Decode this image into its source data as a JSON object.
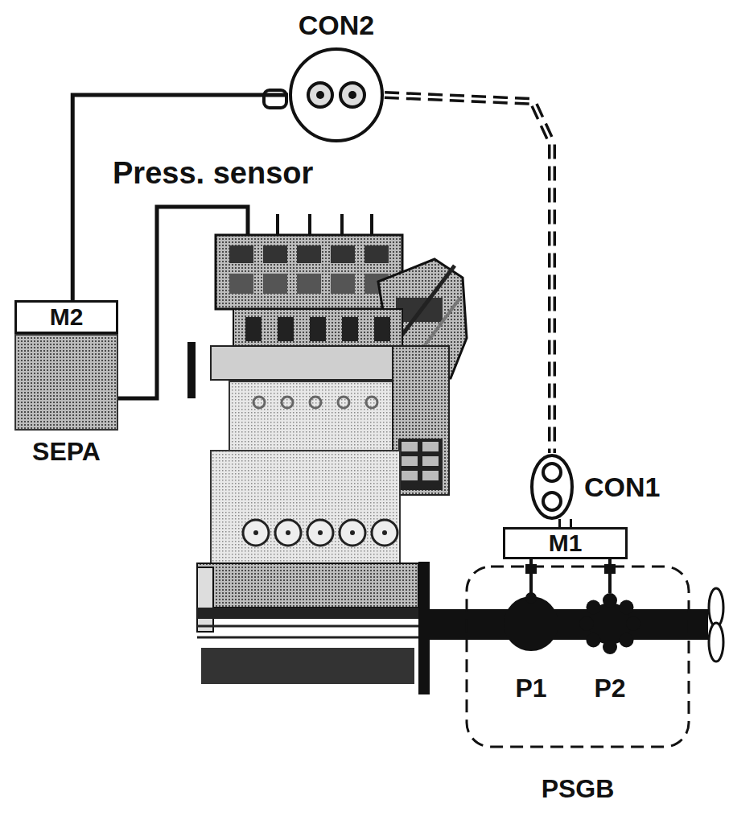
{
  "diagram": {
    "nodes": [
      {
        "text": [
          "CON2"
        ]
      },
      {
        "text": [
          "M2"
        ]
      },
      {
        "text": [
          "SEPA"
        ]
      },
      {
        "text": [
          "CON1"
        ]
      },
      {
        "text": [
          "M1"
        ]
      },
      {
        "text": [
          "PSGB"
        ]
      },
      {
        "text": [
          "P1"
        ],
        "in": 5
      },
      {
        "text": [
          "P2"
        ],
        "in": 5
      }
    ],
    "edges": [
      {
        "from": 1,
        "to": 0,
        "arrow": "none"
      },
      {
        "from": 0,
        "to": 3,
        "arrow": "none"
      },
      {
        "from": 3,
        "to": 4,
        "arrow": "none"
      },
      {
        "from": 4,
        "to": 6,
        "arrow": "none"
      },
      {
        "from": 4,
        "to": 7,
        "arrow": "none"
      }
    ],
    "labels": [
      "Press. sensor"
    ]
  }
}
